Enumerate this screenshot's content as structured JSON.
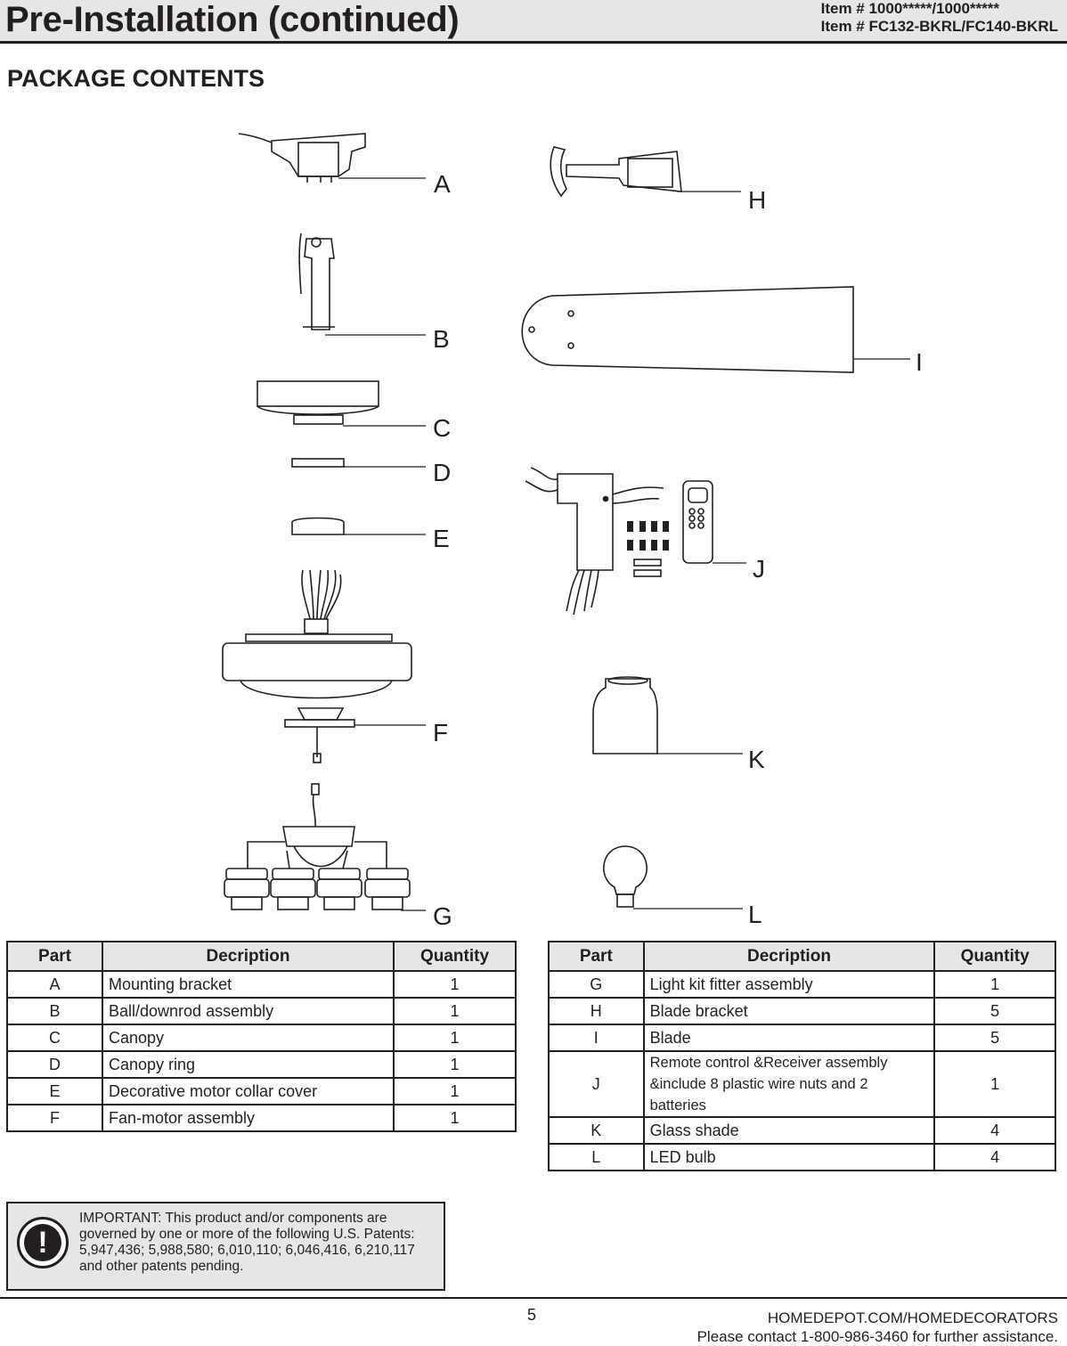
{
  "header": {
    "title": "Pre-Installation (continued)",
    "item_line_1": "Item # 1000*****/1000*****",
    "item_line_2": "Item # FC132-BKRL/FC140-BKRL"
  },
  "section_title": "PACKAGE CONTENTS",
  "diagram_labels": [
    "A",
    "B",
    "C",
    "D",
    "E",
    "F",
    "G",
    "H",
    "I",
    "J",
    "K",
    "L"
  ],
  "table_left": {
    "headers": [
      "Part",
      "Decription",
      "Quantity"
    ],
    "rows": [
      {
        "part": "A",
        "description": "Mounting bracket",
        "quantity": "1"
      },
      {
        "part": "B",
        "description": "Ball/downrod assembly",
        "quantity": "1"
      },
      {
        "part": "C",
        "description": "Canopy",
        "quantity": "1"
      },
      {
        "part": "D",
        "description": "Canopy ring",
        "quantity": "1"
      },
      {
        "part": "E",
        "description": "Decorative motor collar cover",
        "quantity": "1"
      },
      {
        "part": "F",
        "description": "Fan-motor assembly",
        "quantity": "1"
      }
    ]
  },
  "table_right": {
    "headers": [
      "Part",
      "Decription",
      "Quantity"
    ],
    "rows": [
      {
        "part": "G",
        "description": "Light kit fitter assembly",
        "quantity": "1"
      },
      {
        "part": "H",
        "description": "Blade bracket",
        "quantity": "5"
      },
      {
        "part": "I",
        "description": "Blade",
        "quantity": "5"
      },
      {
        "part": "J",
        "description": "Remote control &Receiver  assembly",
        "description_2": "&include 8 plastic wire nuts and 2 batteries",
        "quantity": "1"
      },
      {
        "part": "K",
        "description": "Glass shade",
        "quantity": "4"
      },
      {
        "part": "L",
        "description": "LED bulb",
        "quantity": "4"
      }
    ]
  },
  "notice": {
    "icon": "exclamation-icon",
    "text": "IMPORTANT: This product and/or components are governed by one or more of the following U.S. Patents: 5,947,436; 5,988,580; 6,010,110; 6,046,416, 6,210,117 and other patents pending."
  },
  "footer": {
    "page_number": "5",
    "website": "HOMEDEPOT.COM/HOMEDECORATORS",
    "contact": "Please contact 1-800-986-3460 for further assistance."
  }
}
